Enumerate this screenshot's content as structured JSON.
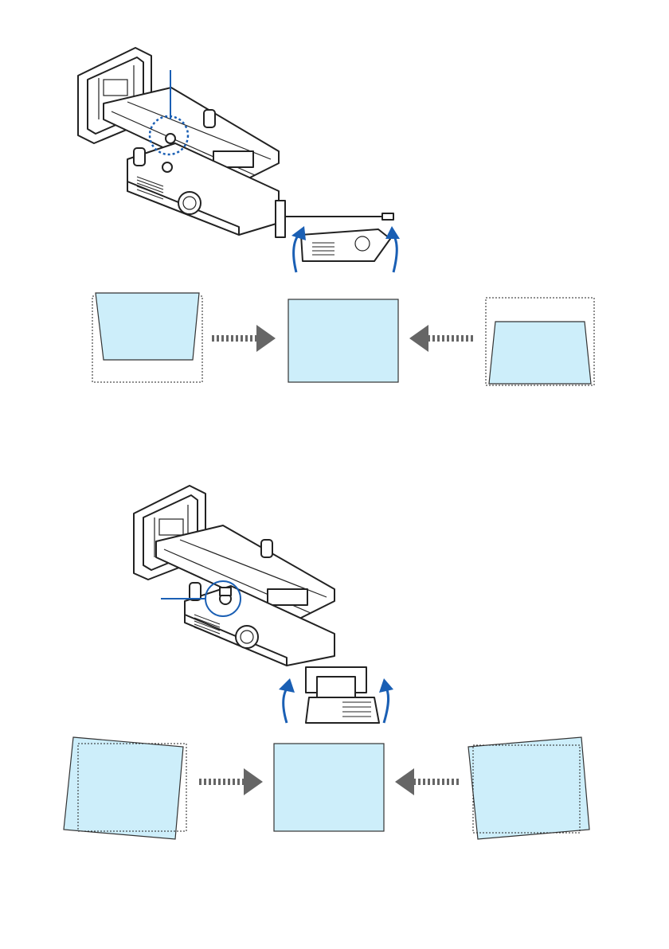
{
  "diagram": {
    "panels": [
      {
        "id": "tilt-adjustment",
        "screens": [
          "keystone-top-wide",
          "corrected",
          "keystone-bottom-wide"
        ]
      },
      {
        "id": "rotation-adjustment",
        "screens": [
          "rotated-counterclockwise",
          "corrected",
          "rotated-clockwise"
        ]
      }
    ],
    "colors": {
      "screen": "#cdeefa",
      "callout": "#1a5fb4",
      "arrow": "#666666",
      "outline": "#222222"
    },
    "icons": [
      "projector-mount-icon",
      "projector-body-icon",
      "adjustment-screw-icon",
      "curved-arrow-icon",
      "dashed-arrow-icon"
    ]
  }
}
